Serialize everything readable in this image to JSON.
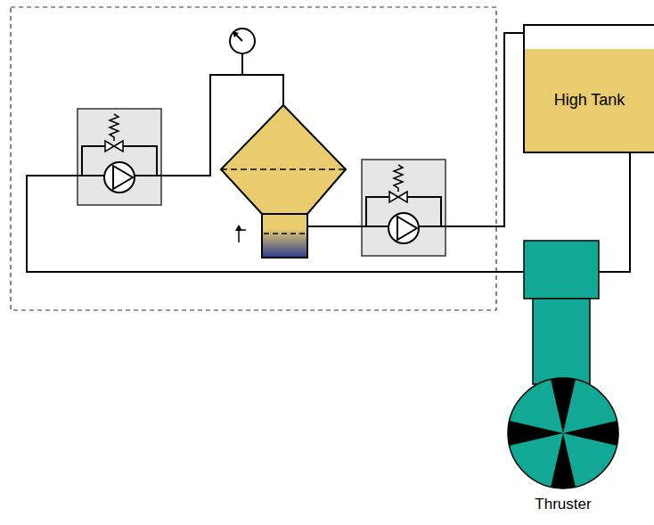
{
  "diagram": {
    "nodes": [
      {
        "text": [
          "High Tank"
        ]
      },
      {
        "text": [
          "Thruster"
        ]
      }
    ],
    "edges": [
      {
        "from": 0,
        "to": 1,
        "arrow": "none"
      }
    ]
  }
}
